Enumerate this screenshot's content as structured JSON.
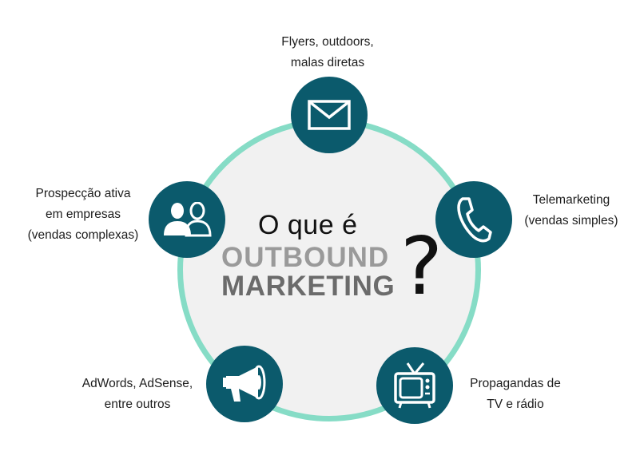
{
  "center": {
    "question": "O que é",
    "word1": "OUTBOUND",
    "word2": "MARKETING",
    "mark": "?"
  },
  "nodes": {
    "mail": {
      "icon": "envelope-icon",
      "lines": [
        "Flyers, outdoors,",
        "malas diretas"
      ]
    },
    "phone": {
      "icon": "phone-icon",
      "lines": [
        "Telemarketing",
        "(vendas simples)"
      ]
    },
    "tv": {
      "icon": "tv-icon",
      "lines": [
        "Propagandas de",
        "TV e rádio"
      ]
    },
    "megaphone": {
      "icon": "megaphone-icon",
      "lines": [
        "AdWords, AdSense,",
        "entre outros"
      ]
    },
    "people": {
      "icon": "people-icon",
      "lines": [
        "Prospecção ativa",
        "em empresas",
        "(vendas complexas)"
      ]
    }
  },
  "colors": {
    "node": "#0b5a6c",
    "ring": "#86dcc6",
    "ring_fill": "#f1f1f1"
  }
}
